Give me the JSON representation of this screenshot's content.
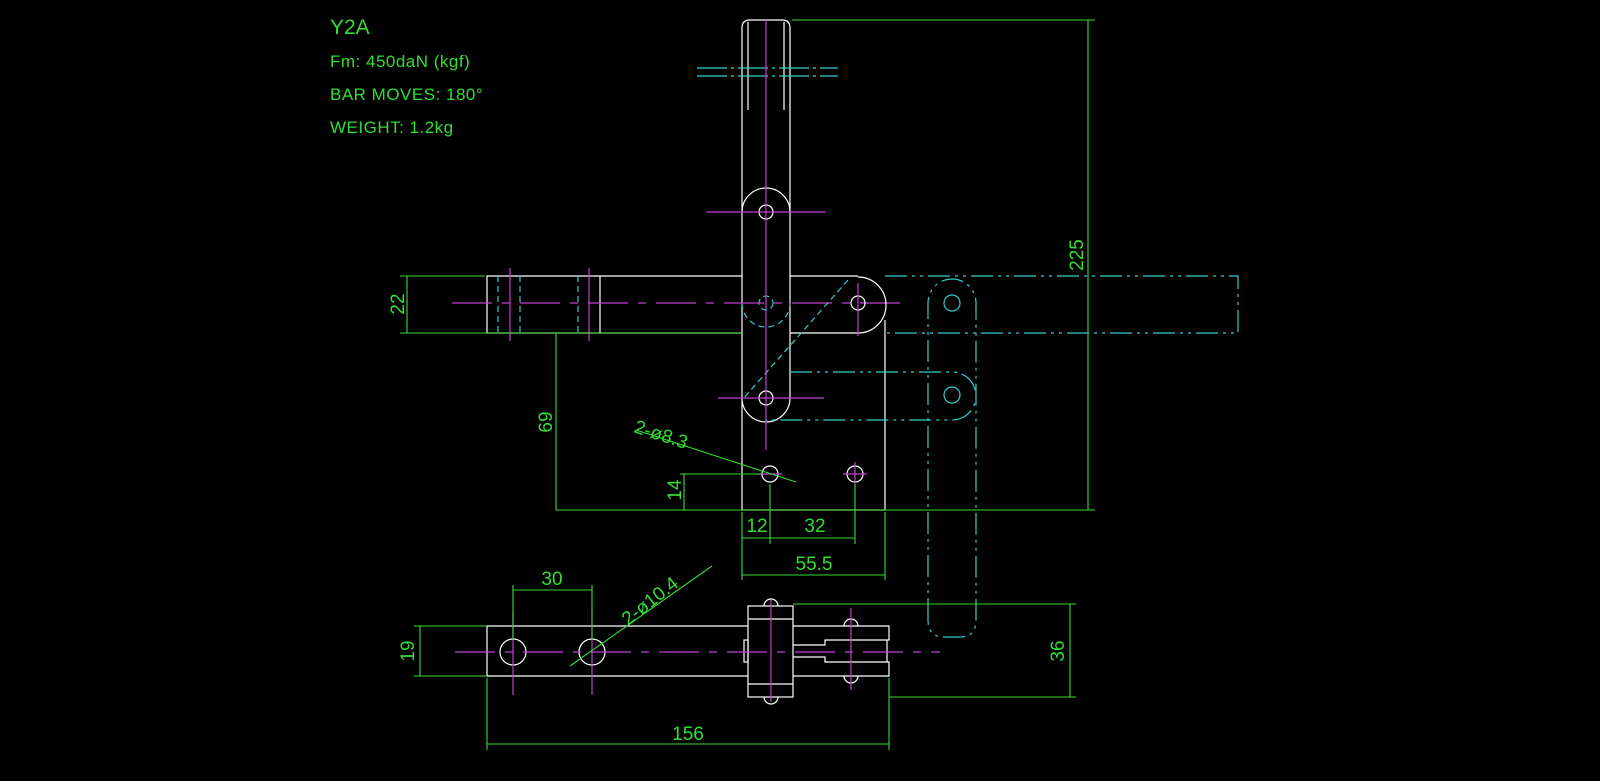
{
  "title": {
    "model": "Y2A",
    "force": "Fm: 450daN (kgf)",
    "bar_moves": "BAR MOVES: 180°",
    "weight": "WEIGHT: 1.2kg"
  },
  "dimensions": {
    "overall_height": "225",
    "bar_thickness": "22",
    "base_height": "69",
    "hole_height": "14",
    "hole_offset": "12",
    "hole_spacing": "32",
    "base_width": "55.5",
    "mount_holes": "2-ø8.3",
    "bar_hole_spacing": "30",
    "bar_holes": "2-ø10.4",
    "bar_width": "19",
    "body_width": "36",
    "overall_length": "156"
  },
  "colors": {
    "outline": "#ffffff",
    "centerline": "#c040d0",
    "alternate_position": "#33cccc",
    "dimension": "#33dd33",
    "background": "#000000"
  }
}
